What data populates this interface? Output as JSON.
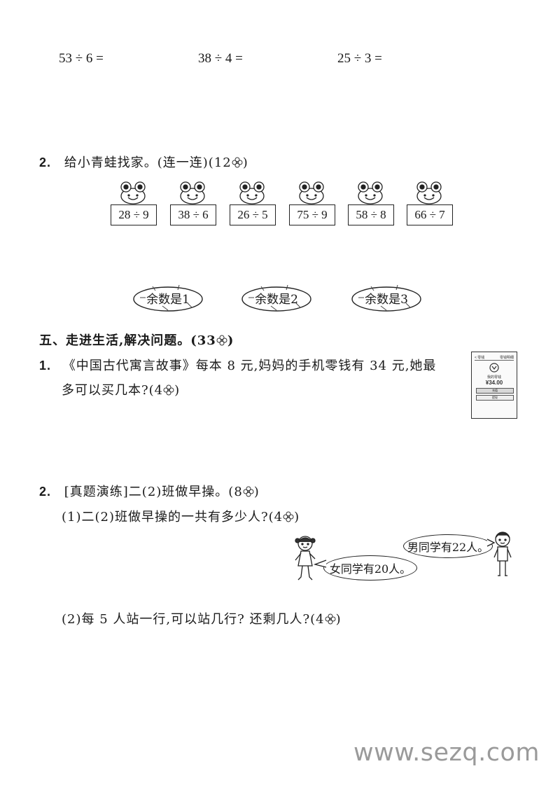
{
  "division_row": [
    "53 ÷ 6 =",
    "38 ÷ 4 =",
    "25 ÷ 3 ="
  ],
  "q2": {
    "number": "2.",
    "text": "给小青蛙找家。(连一连)(12",
    "close": ")"
  },
  "frog_cards": [
    "28 ÷ 9",
    "38 ÷ 6",
    "26 ÷ 5",
    "75 ÷ 9",
    "58 ÷ 8",
    "66 ÷ 7"
  ],
  "lily_pads": [
    "余数是1",
    "余数是2",
    "余数是3"
  ],
  "section5": {
    "title": "五、走进生活,解决问题。(33",
    "close": ")"
  },
  "p1": {
    "number": "1.",
    "line1": "《中国古代寓言故事》每本 8 元,妈妈的手机零钱有 34 元,她最",
    "line2": "多可以买几本?(4",
    "close": ")"
  },
  "phone": {
    "top_left": "< 零钱",
    "top_right": "零钱明细",
    "label": "我的零钱",
    "amount": "¥34.00",
    "btn1": "充值",
    "btn2": "提现"
  },
  "p2": {
    "number": "2.",
    "title": "[真题演练]二(2)班做早操。(8",
    "close": ")",
    "sub1": "(1)二(2)班做早操的一共有多少人?(4",
    "sub1_close": ")",
    "sub2": "(2)每 5 人站一行,可以站几行? 还剩几人?(4",
    "sub2_close": ")"
  },
  "speech": {
    "girl": "女同学有20人。",
    "boy": "男同学有22人。"
  },
  "watermark": "www.sezq.com"
}
